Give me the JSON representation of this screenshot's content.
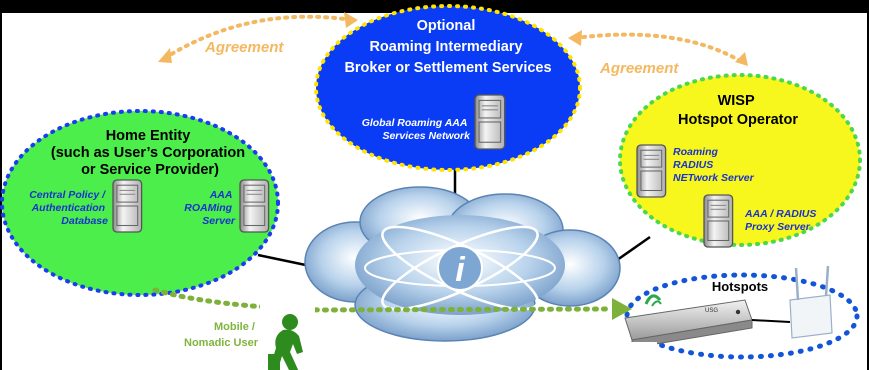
{
  "colors": {
    "home": "#4bee4b",
    "broker": "#0a3cf5",
    "wisp": "#f7f71e",
    "dotted_green": "#7db13a",
    "dotted_orange": "#f4b860",
    "hotspot_ring": "#1255d8",
    "header": "#000000"
  },
  "home": {
    "title_lines": [
      "Home Entity",
      "(such as User’s Corporation",
      "or Service Provider)"
    ],
    "policy_lines": [
      "Central Policy /",
      "Authentication",
      "Database"
    ],
    "aaa_lines": [
      "AAA",
      "ROAMing",
      "Server"
    ]
  },
  "broker": {
    "title_lines": [
      "Optional",
      "Roaming Intermediary",
      "Broker or Settlement Services"
    ],
    "network_lines": [
      "Global Roaming AAA",
      "Services Network"
    ]
  },
  "wisp": {
    "title_lines": [
      "WISP",
      "Hotspot Operator"
    ],
    "radius_lines": [
      "Roaming",
      "RADIUS",
      "NETwork Server"
    ],
    "proxy_lines": [
      "AAA / RADIUS",
      "Proxy Server"
    ]
  },
  "agreements": [
    "Agreement",
    "Agreement"
  ],
  "hotspots": {
    "label": "Hotspots",
    "device_label": "USG"
  },
  "cloud": {
    "symbol": "i"
  },
  "user": {
    "label_lines": [
      "Mobile /",
      "Nomadic User"
    ]
  }
}
